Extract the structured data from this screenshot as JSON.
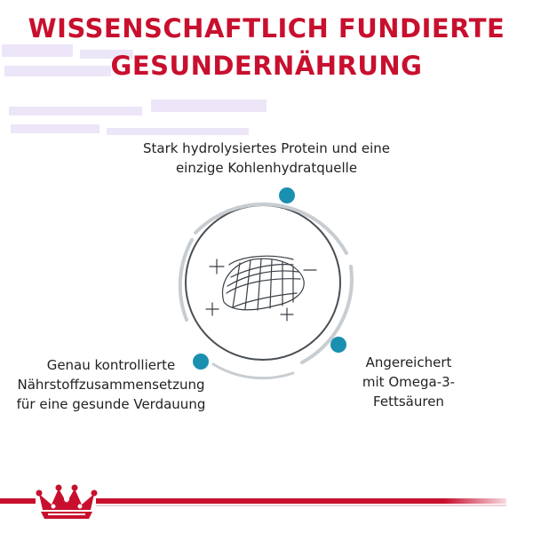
{
  "heading": {
    "line1": "WISSENSCHAFTLICH FUNDIERTE",
    "line2": "GESUNDERNÄHRUNG"
  },
  "features": {
    "top": {
      "line1": "Stark hydrolysiertes Protein und eine",
      "line2": "einzige Kohlenhydratquelle"
    },
    "left": {
      "line1": "Genau kontrollierte",
      "line2": "Nährstoffzusammensetzung",
      "line3": "für eine gesunde Verdauung"
    },
    "right": {
      "line1": "Angereichert",
      "line2": "mit Omega-3-",
      "line3": "Fettsäuren"
    }
  },
  "colors": {
    "brand_red": "#c8102e",
    "accent_blue": "#1b8fb0",
    "ring_gray": "#c8cdd2",
    "text": "#222222"
  },
  "icons": {
    "center": "kibble-sketch-icon",
    "logo": "royal-canin-crown-logo"
  }
}
